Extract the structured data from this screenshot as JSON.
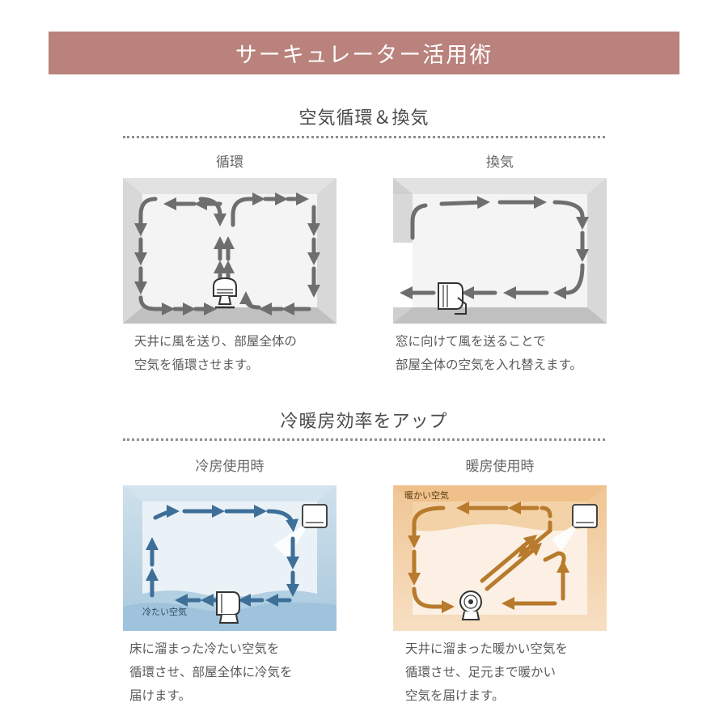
{
  "banner": {
    "title": "サーキュレーター活用術",
    "color": "#b9827c"
  },
  "section1": {
    "title": "空気循環＆換気",
    "panels": [
      {
        "label": "循環",
        "caption": [
          "天井に風を送り、部屋全体の",
          "空気を循環させます。"
        ]
      },
      {
        "label": "換気",
        "caption": [
          "窓に向けて風を送ることで",
          "部屋全体の空気を入れ替えます。"
        ]
      }
    ]
  },
  "section2": {
    "title": "冷暖房効率をアップ",
    "panels": [
      {
        "label": "冷房使用時",
        "tag": "冷たい空気",
        "caption": [
          "床に溜まった冷たい空気を",
          "循環させ、部屋全体に冷気を",
          "届けます。"
        ]
      },
      {
        "label": "暖房使用時",
        "tag": "暖かい空気",
        "caption": [
          "天井に溜まった暖かい空気を",
          "循環させ、足元まで暖かい",
          "空気を届けます。"
        ]
      }
    ]
  },
  "colors": {
    "room_gray": "#d6d6d6",
    "arrow_gray": "#6e6e6e",
    "cool_blue": "#b8d2e2",
    "arrow_blue": "#3d6f98",
    "warm_orange": "#f0c89a",
    "arrow_orange": "#b87a2c"
  }
}
